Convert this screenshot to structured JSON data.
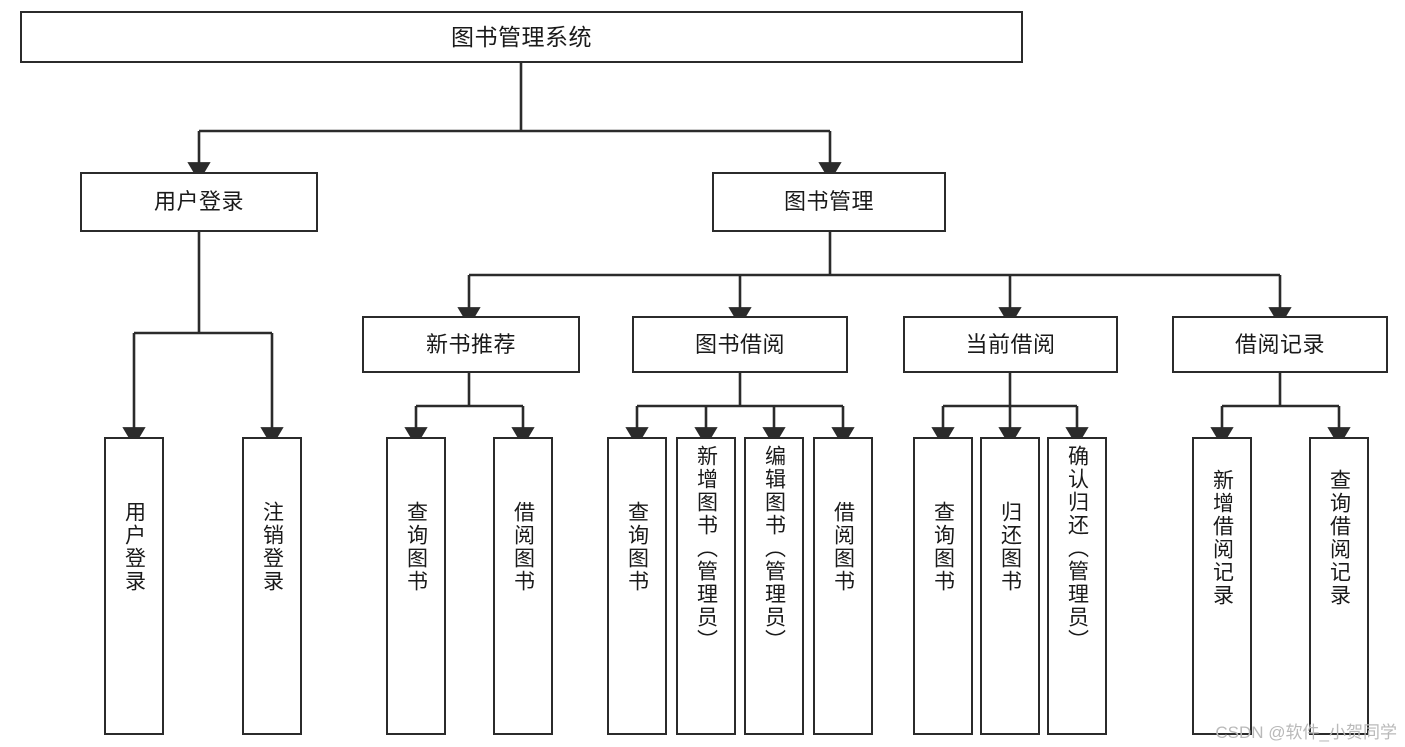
{
  "diagram": {
    "title": "图书管理系统",
    "type": "functional-structure-tree",
    "stroke_color": "#2b2b2b",
    "text_color": "#1a1a1a",
    "background_color": "#ffffff",
    "watermark": "CSDN @软件_小贺同学"
  },
  "nodes": {
    "root": {
      "label": "图书管理系统",
      "level": 1
    },
    "level2": [
      {
        "id": "user-login",
        "label": "用户登录"
      },
      {
        "id": "book-management",
        "label": "图书管理"
      }
    ],
    "level3": [
      {
        "id": "new-book-recommend",
        "label": "新书推荐",
        "parent": "book-management"
      },
      {
        "id": "book-borrow",
        "label": "图书借阅",
        "parent": "book-management"
      },
      {
        "id": "current-borrow",
        "label": "当前借阅",
        "parent": "book-management"
      },
      {
        "id": "borrow-record",
        "label": "借阅记录",
        "parent": "book-management"
      }
    ],
    "leaves": [
      {
        "id": "leaf-user-login",
        "label": "用户登录",
        "parent": "user-login"
      },
      {
        "id": "leaf-user-logout",
        "label": "注销登录",
        "parent": "user-login"
      },
      {
        "id": "leaf-query-book-1",
        "label": "查询图书",
        "parent": "new-book-recommend"
      },
      {
        "id": "leaf-borrow-book-1",
        "label": "借阅图书",
        "parent": "new-book-recommend"
      },
      {
        "id": "leaf-query-book-2",
        "label": "查询图书",
        "parent": "book-borrow"
      },
      {
        "id": "leaf-add-book",
        "label": "新增图书（管理员）",
        "parent": "book-borrow"
      },
      {
        "id": "leaf-edit-book",
        "label": "编辑图书（管理员）",
        "parent": "book-borrow"
      },
      {
        "id": "leaf-borrow-book-2",
        "label": "借阅图书",
        "parent": "book-borrow"
      },
      {
        "id": "leaf-query-book-3",
        "label": "查询图书",
        "parent": "current-borrow"
      },
      {
        "id": "leaf-return-book",
        "label": "归还图书",
        "parent": "current-borrow"
      },
      {
        "id": "leaf-confirm-return",
        "label": "确认归还（管理员）",
        "parent": "current-borrow"
      },
      {
        "id": "leaf-add-record",
        "label": "新增借阅记录",
        "parent": "borrow-record"
      },
      {
        "id": "leaf-query-record",
        "label": "查询借阅记录",
        "parent": "borrow-record"
      }
    ]
  }
}
